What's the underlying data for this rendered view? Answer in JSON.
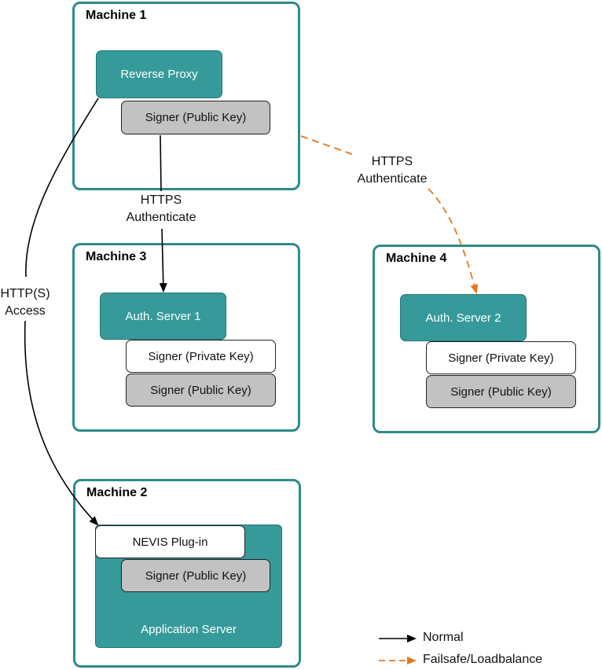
{
  "machines": {
    "m1": {
      "title": "Machine 1",
      "reverse_proxy": "Reverse Proxy",
      "signer_public": "Signer (Public Key)"
    },
    "m2": {
      "title": "Machine 2",
      "plugin": "NEVIS Plug-in",
      "signer_public": "Signer (Public Key)",
      "app_server": "Application Server"
    },
    "m3": {
      "title": "Machine 3",
      "auth_server": "Auth. Server 1",
      "signer_private": "Signer (Private Key)",
      "signer_public": "Signer (Public Key)"
    },
    "m4": {
      "title": "Machine 4",
      "auth_server": "Auth. Server 2",
      "signer_private": "Signer (Private Key)",
      "signer_public": "Signer (Public Key)"
    }
  },
  "connections": {
    "normal_auth": {
      "line1": "HTTPS",
      "line2": "Authenticate"
    },
    "failsafe_auth": {
      "line1": "HTTPS",
      "line2": "Authenticate"
    },
    "access": {
      "line1": "HTTP(S)",
      "line2": "Access"
    }
  },
  "legend": {
    "normal": "Normal",
    "failsafe": "Failsafe/Loadbalance"
  },
  "colors": {
    "teal": "#369a9a",
    "orange": "#e8761e",
    "gray": "#c2c2c2"
  }
}
